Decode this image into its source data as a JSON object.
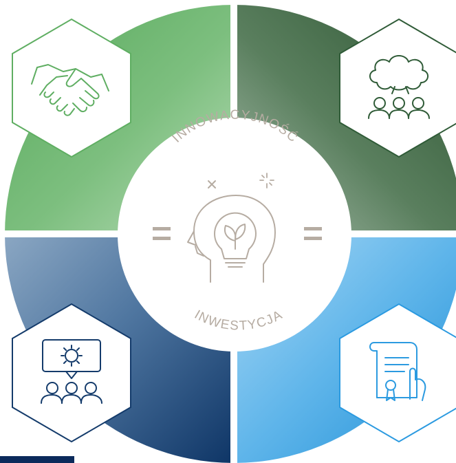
{
  "center": {
    "top_text": "INNOWACYJNOŚĆ",
    "bottom_text": "INWESTYCJA"
  },
  "quadrants": [
    {
      "name": "top-left",
      "icon": "handshake-icon",
      "accent": "#5fae62"
    },
    {
      "name": "top-right",
      "icon": "brainstorm-icon",
      "accent": "#2f5b37"
    },
    {
      "name": "bottom-left",
      "icon": "team-settings-icon",
      "accent": "#143b6b"
    },
    {
      "name": "bottom-right",
      "icon": "certificate-icon",
      "accent": "#2b9ae0"
    }
  ],
  "colors": {
    "center_line": "#b6aca2",
    "center_text": "#b6aca2",
    "dark_navy": "#0b2a5b"
  }
}
